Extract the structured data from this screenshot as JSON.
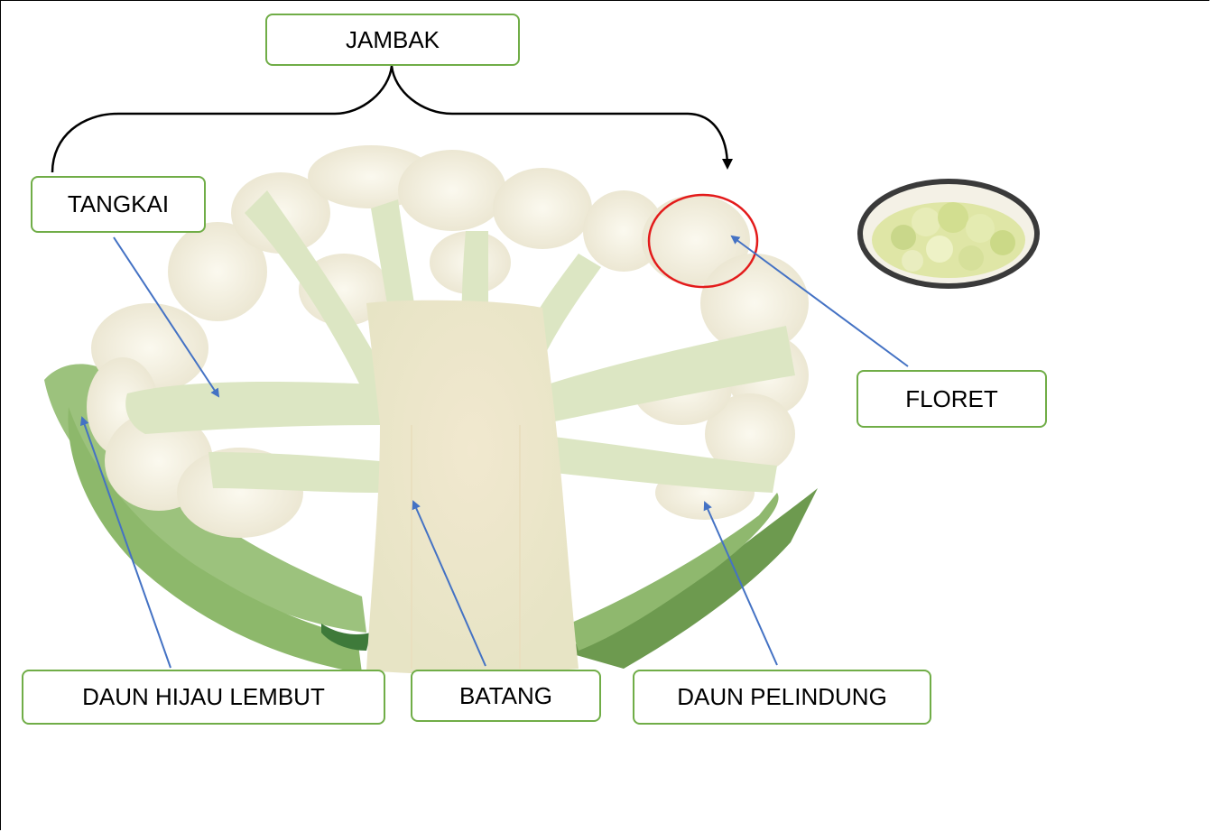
{
  "labels": {
    "jambak": "JAMBAK",
    "tangkai": "TANGKAI",
    "floret": "FLORET",
    "daun_hijau_lembut": "DAUN HIJAU LEMBUT",
    "batang": "BATANG",
    "daun_pelindung": "DAUN PELINDUNG"
  },
  "colors": {
    "label_border": "#70ad47",
    "pointer_arrow": "#4472c4",
    "highlight_circle": "#e31b1b",
    "bracket": "#000000"
  },
  "images": {
    "main": "cauliflower-cross-section",
    "inset": "cauliflower-floret"
  }
}
